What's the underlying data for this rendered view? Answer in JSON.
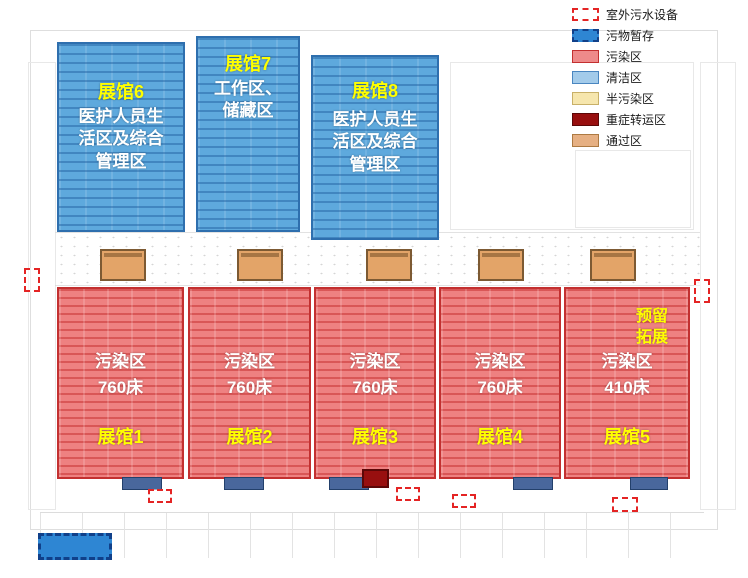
{
  "legend": {
    "items": [
      {
        "key": "sewage",
        "label": "室外污水设备"
      },
      {
        "key": "waste",
        "label": "污物暂存"
      },
      {
        "key": "dirty",
        "label": "污染区"
      },
      {
        "key": "clean",
        "label": "清洁区"
      },
      {
        "key": "semi",
        "label": "半污染区"
      },
      {
        "key": "severe",
        "label": "重症转运区"
      },
      {
        "key": "pass",
        "label": "通过区"
      }
    ]
  },
  "clean_halls": [
    {
      "name": "展馆6",
      "desc": "医护人员生活区及综合管理区"
    },
    {
      "name": "展馆7",
      "desc": "工作区、储藏区"
    },
    {
      "name": "展馆8",
      "desc": "医护人员生活区及综合管理区"
    }
  ],
  "dirty_halls": [
    {
      "name": "展馆1",
      "zone": "污染区",
      "beds": "760床"
    },
    {
      "name": "展馆2",
      "zone": "污染区",
      "beds": "760床"
    },
    {
      "name": "展馆3",
      "zone": "污染区",
      "beds": "760床"
    },
    {
      "name": "展馆4",
      "zone": "污染区",
      "beds": "760床"
    },
    {
      "name": "展馆5",
      "zone": "污染区",
      "beds": "410床",
      "note": "预留拓展"
    }
  ],
  "colors": {
    "contaminated_fill": "#ee8181",
    "clean_fill": "#5ea9dd",
    "semi_fill": "#f6e6ad",
    "severe_fill": "#980f0f",
    "pass_fill": "#e3a468",
    "sewage_outline": "#e42424",
    "waste_fill": "#2e86d3",
    "hall_label_color": "#ffff00",
    "body_label_color": "#ffffff"
  }
}
